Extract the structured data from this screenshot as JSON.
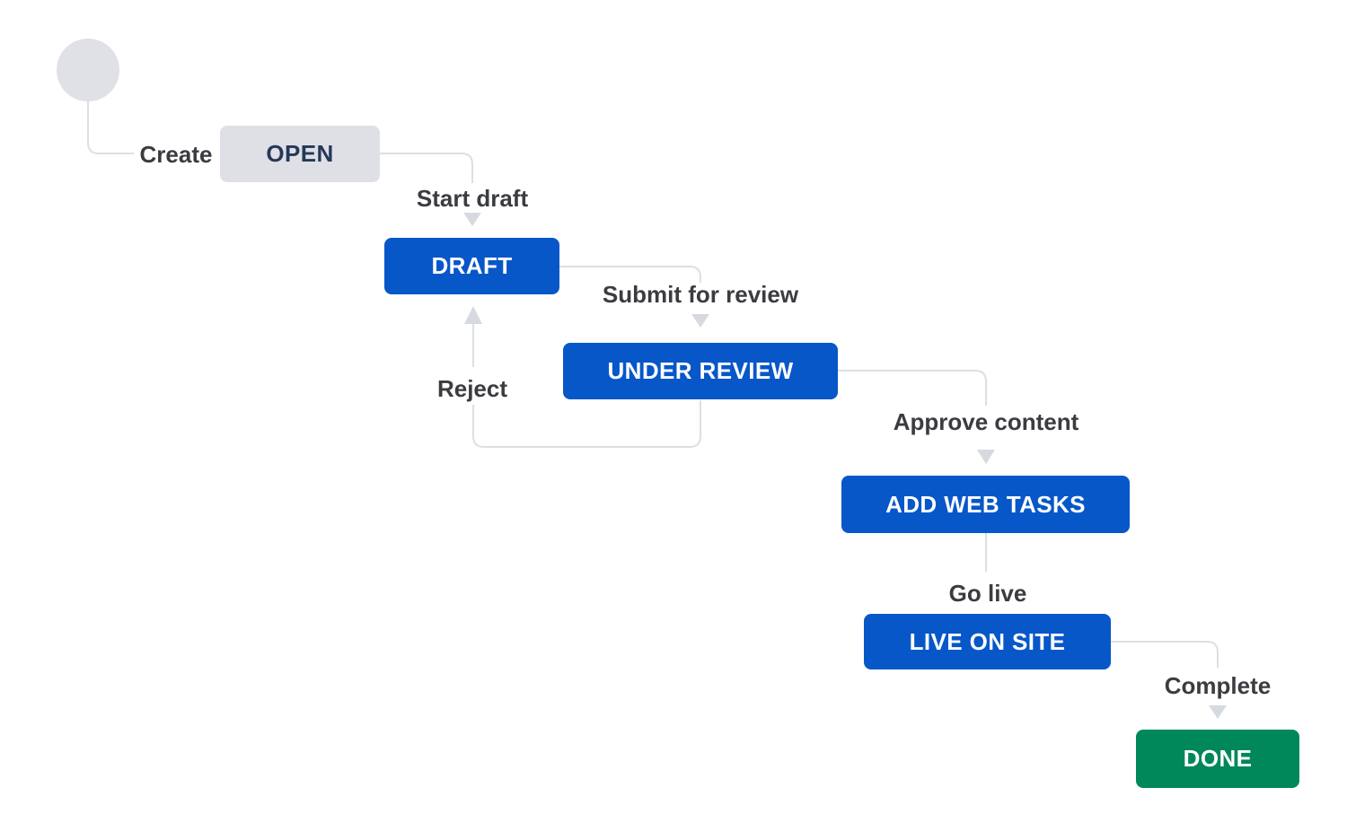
{
  "diagram": {
    "title": "workflow-diagram",
    "colors": {
      "status_blue": "#0757C9",
      "status_gray": "#DEE0E6",
      "status_gray_text": "#253858",
      "status_green": "#00875A",
      "status_text_light": "#FFFFFF",
      "connector_line": "#DCDFE4",
      "arrowhead": "#D6DAE0",
      "transition_label": "#3A3C40",
      "start_node": "#DFE1E6",
      "background": "#FFFFFF"
    },
    "nodes": [
      {
        "id": "start",
        "type": "start-circle",
        "label": ""
      },
      {
        "id": "open",
        "label": "OPEN",
        "kind": "todo"
      },
      {
        "id": "draft",
        "label": "DRAFT",
        "kind": "in-progress"
      },
      {
        "id": "under-review",
        "label": "UNDER REVIEW",
        "kind": "in-progress"
      },
      {
        "id": "add-web-tasks",
        "label": "ADD WEB TASKS",
        "kind": "in-progress"
      },
      {
        "id": "live-on-site",
        "label": "LIVE ON SITE",
        "kind": "in-progress"
      },
      {
        "id": "done",
        "label": "DONE",
        "kind": "done"
      }
    ],
    "transitions": [
      {
        "label": "Create",
        "from": "start",
        "to": "open"
      },
      {
        "label": "Start draft",
        "from": "open",
        "to": "draft"
      },
      {
        "label": "Submit for review",
        "from": "draft",
        "to": "under-review"
      },
      {
        "label": "Reject",
        "from": "under-review",
        "to": "draft"
      },
      {
        "label": "Approve content",
        "from": "under-review",
        "to": "add-web-tasks"
      },
      {
        "label": "Go live",
        "from": "add-web-tasks",
        "to": "live-on-site"
      },
      {
        "label": "Complete",
        "from": "live-on-site",
        "to": "done"
      }
    ]
  }
}
